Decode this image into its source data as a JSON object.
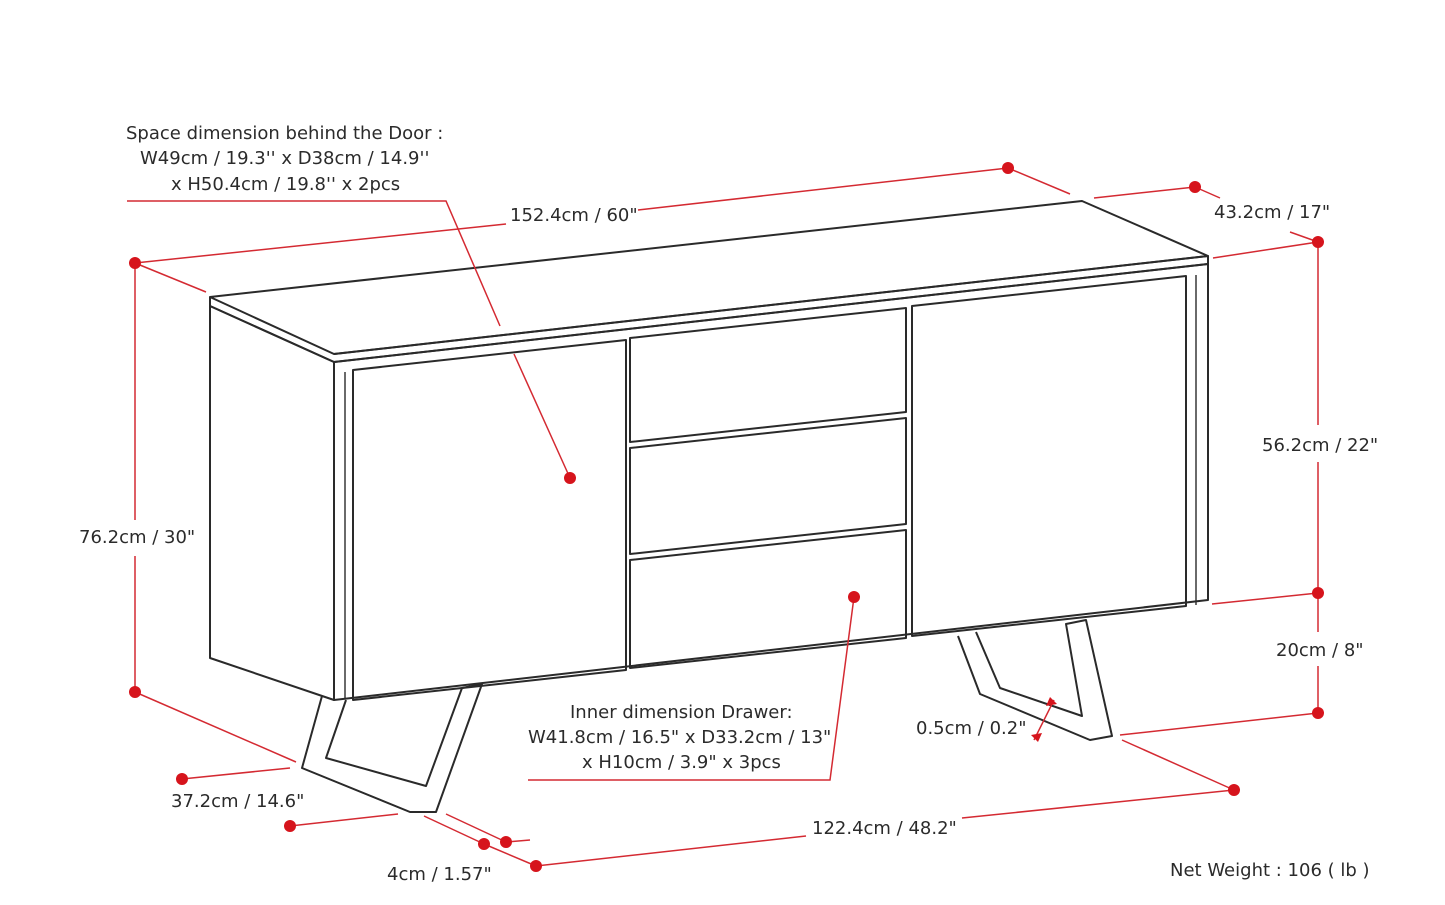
{
  "colors": {
    "dimension": "#d42a32",
    "dot": "#d6141c",
    "outline": "#2a2a2a",
    "text": "#2b2b2b"
  },
  "labels": {
    "door_space": [
      "Space dimension behind the Door :",
      "W49cm / 19.3'' x D38cm / 14.9''",
      "x H50.4cm / 19.8'' x 2pcs"
    ],
    "total_width": "152.4cm / 60\"",
    "depth": "43.2cm / 17\"",
    "cabinet_height": "56.2cm / 22\"",
    "total_height": "76.2cm / 30\"",
    "leg_height": "20cm / 8\"",
    "drawer_inner": [
      "Inner dimension Drawer:",
      "W41.8cm / 16.5\" x D33.2cm / 13\"",
      "x H10cm / 3.9\" x 3pcs"
    ],
    "leg_thickness": "0.5cm / 0.2\"",
    "leg_depth": "37.2cm / 14.6\"",
    "leg_width": "4cm / 1.57\"",
    "leg_span": "122.4cm / 48.2\"",
    "net_weight": "Net Weight : 106 ( lb )"
  }
}
